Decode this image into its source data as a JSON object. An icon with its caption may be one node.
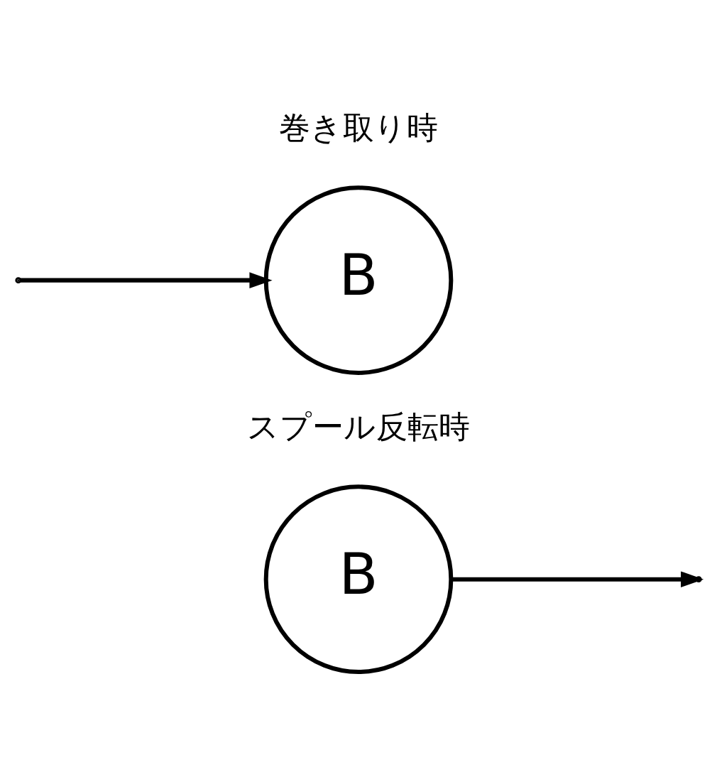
{
  "diagram": {
    "nodes": [
      {
        "text": [
          "B"
        ],
        "beside": [
          "巻き取り時"
        ]
      },
      {
        "text": [
          "B"
        ],
        "beside": [
          "スプール反転時"
        ]
      }
    ],
    "edges": [
      {
        "from": null,
        "to": 0,
        "arrow": "to"
      },
      {
        "from": 1,
        "to": null,
        "arrow": "to"
      }
    ]
  }
}
